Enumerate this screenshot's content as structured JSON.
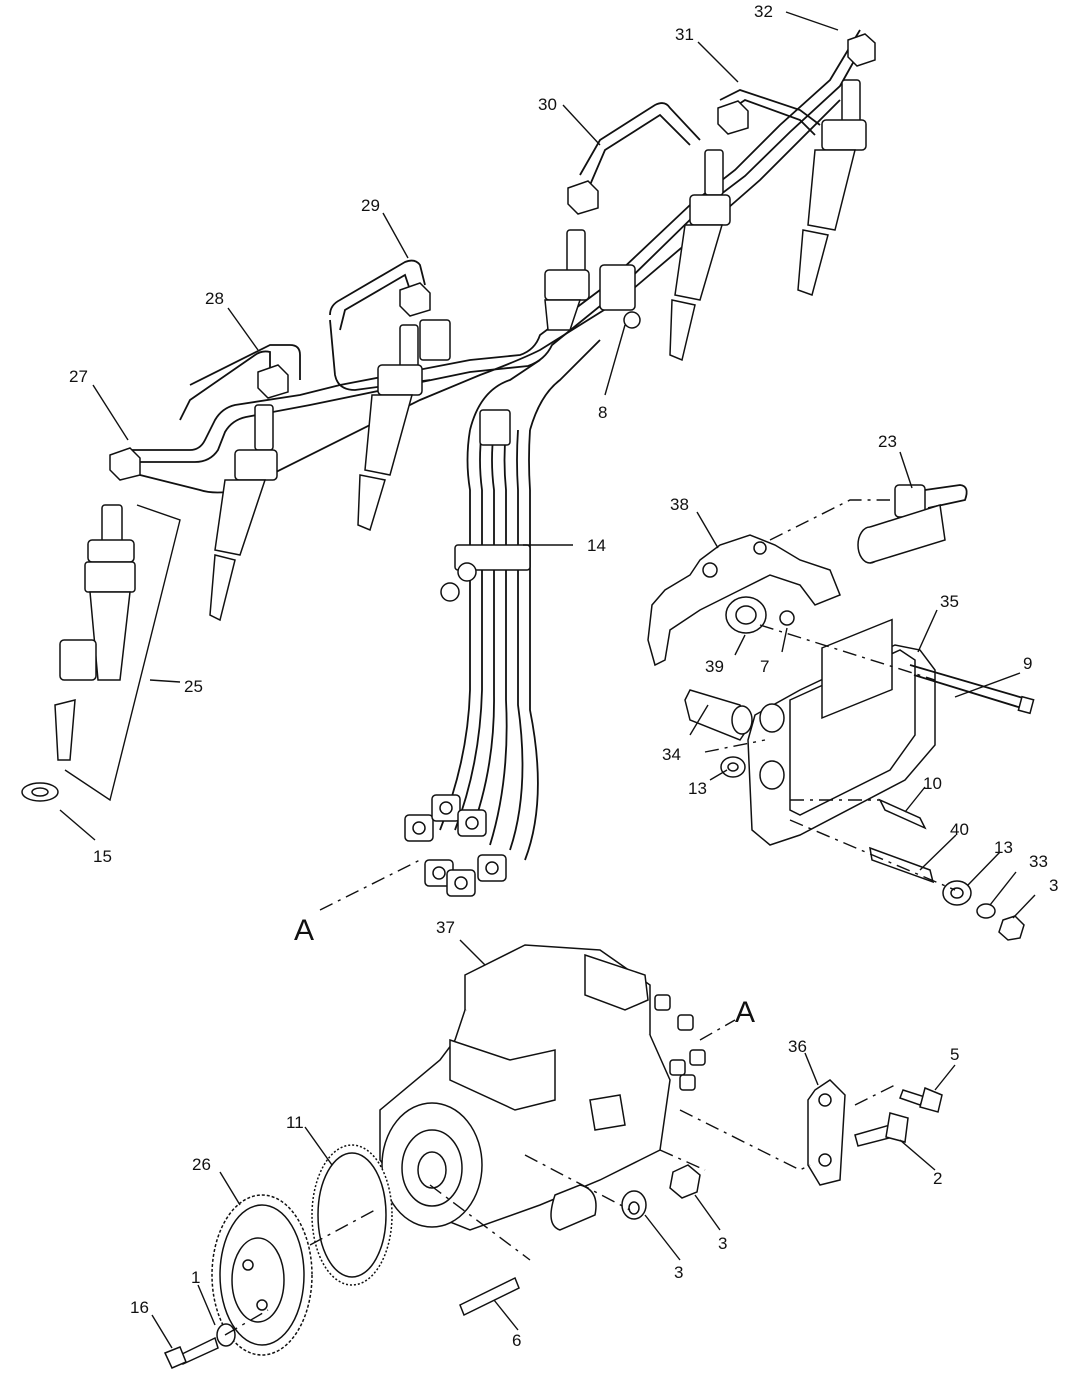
{
  "callouts": {
    "c32": "32",
    "c31": "31",
    "c30": "30",
    "c29": "29",
    "c28": "28",
    "c27": "27",
    "c8": "8",
    "c14": "14",
    "c23": "23",
    "c38": "38",
    "c35": "35",
    "c39": "39",
    "c7": "7",
    "c9": "9",
    "c34": "34",
    "c25": "25",
    "c10": "10",
    "c13a": "13",
    "c40": "40",
    "c13b": "13",
    "c33": "33",
    "c3a": "3",
    "c15": "15",
    "c37": "37",
    "c36": "36",
    "c5": "5",
    "c11": "11",
    "c26": "26",
    "c2": "2",
    "c3b": "3",
    "c3c": "3",
    "c1": "1",
    "c16": "16",
    "c6": "6"
  },
  "view_refs": {
    "upper": "A",
    "lower": "A"
  }
}
